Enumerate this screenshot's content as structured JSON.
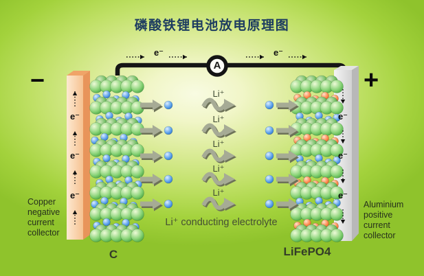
{
  "title": "磷酸铁锂电池放电原理图",
  "circuit": {
    "ammeter_label": "A",
    "electron_label": "e⁻"
  },
  "terminals": {
    "negative": "−",
    "positive": "+"
  },
  "left_collector": {
    "caption_lines": [
      "Copper",
      "negative",
      "current",
      "collector"
    ],
    "electron_label": "e⁻"
  },
  "left_electrode": {
    "label": "C"
  },
  "right_collector": {
    "caption_lines": [
      "Aluminium",
      "positive",
      "current",
      "collector"
    ],
    "electron_label": "e⁻"
  },
  "right_electrode": {
    "label": "LiFePO4"
  },
  "electrolyte": {
    "caption": "Li⁺ conducting electrolyte",
    "ion_label": "Li⁺",
    "ion_rows": 5
  },
  "colors": {
    "background_center": "#f8fbe2",
    "background_edge": "#8fc32c",
    "title_text": "#1d3c60",
    "wire": "#161616",
    "copper_face_light": "#fde9d1",
    "copper_face_dark": "#f6c291",
    "copper_side": "#e8945a",
    "aluminium_face_light": "#f4f4f4",
    "aluminium_face_dark": "#d2d2d2",
    "aluminium_side": "#b8b8b8",
    "graphite_sphere": [
      "#eefad8",
      "#86d275",
      "#2e8f2e"
    ],
    "graphite_sphere_back": [
      "#d4e8c0",
      "#6cbb5e",
      "#237a23"
    ],
    "lithium_sphere": [
      "#ddeeff",
      "#5da2ec",
      "#1a5cb8"
    ],
    "iron_phosphate_sphere": [
      "#ffe3cc",
      "#ff8c52",
      "#d94a12"
    ],
    "arrow_grey": "#a6ab95",
    "arrow_shadow": "#6d7258",
    "label_text": "#2d371f"
  }
}
